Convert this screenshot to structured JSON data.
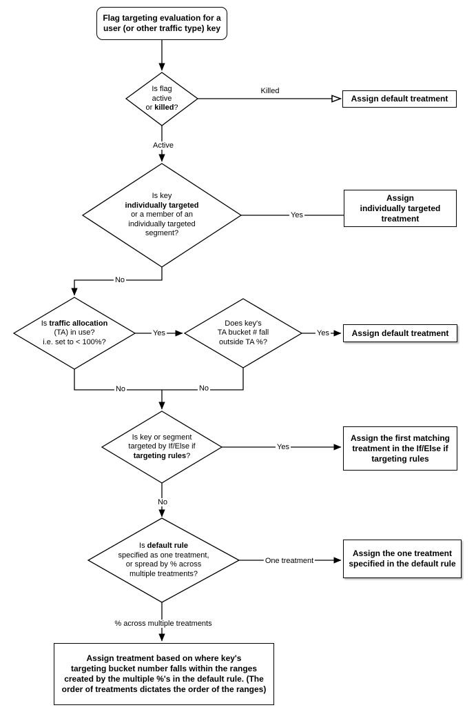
{
  "colors": {
    "background": "#ffffff",
    "stroke": "#000000",
    "text": "#000000",
    "node_fill": "#ffffff"
  },
  "start_node": {
    "line1": "Flag targeting evaluation for a",
    "line2": "user (or other traffic type) key"
  },
  "decisions": {
    "flag_active": {
      "line1": "Is flag",
      "line2": "active",
      "line3_pre": "or ",
      "line3_bold": "killed",
      "line3_post": "?"
    },
    "individually_targeted": {
      "line1": "Is key",
      "line2_bold": "individually targeted",
      "line3": "or a member of an",
      "line4": "individually targeted",
      "line5": "segment?"
    },
    "traffic_allocation": {
      "line1_pre": "Is ",
      "line1_bold": "traffic allocation",
      "line2": "(TA) in use?",
      "line3": "i.e. set to < 100%?"
    },
    "ta_bucket": {
      "line1": "Does key's",
      "line2": "TA bucket # fall",
      "line3": "outside TA %?"
    },
    "targeting_rules": {
      "line1": "Is key or segment",
      "line2": "targeted by If/Else if",
      "line3_bold": "targeting rules",
      "line3_post": "?"
    },
    "default_rule": {
      "line1_pre": "Is ",
      "line1_bold": "default rule",
      "line2": "specified as one treatment,",
      "line3": "or spread by % across",
      "line4": "multiple treatments?"
    }
  },
  "actions": {
    "default_treatment_killed": {
      "line1": "Assign default treatment"
    },
    "individually_targeted_treatment": {
      "line1": "Assign",
      "line2": "individually targeted",
      "line3": "treatment"
    },
    "default_treatment_ta": {
      "line1": "Assign default treatment"
    },
    "first_matching_treatment": {
      "line1": "Assign the first matching",
      "line2": "treatment in the If/Else if",
      "line3": "targeting rules"
    },
    "one_treatment_default": {
      "line1": "Assign the one treatment",
      "line2": "specified in the default rule"
    },
    "bucket_ranges_treatment": {
      "line1": "Assign treatment based on where key's",
      "line2": "targeting bucket number falls within the ranges",
      "line3": "created by the multiple %'s in the default rule. (The",
      "line4": "order of treatments dictates the order of the ranges)"
    }
  },
  "edge_labels": {
    "killed": "Killed",
    "active": "Active",
    "yes_individual": "Yes",
    "no_individual": "No",
    "yes_ta_in_use": "Yes",
    "no_ta_in_use": "No",
    "yes_outside_ta": "Yes",
    "no_outside_ta": "No",
    "yes_targeting_rules": "Yes",
    "no_targeting_rules": "No",
    "one_treatment": "One treatment",
    "pct_across_multiple": "% across multiple treatments"
  }
}
